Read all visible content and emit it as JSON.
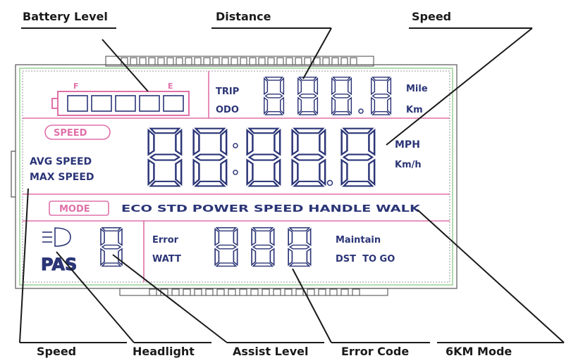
{
  "callouts": {
    "battery_level": "Battery Level",
    "distance": "Distance",
    "speed_top": "Speed",
    "speed_bottom": "Speed",
    "headlight": "Headlight",
    "assist_level": "Assist Level",
    "error_code": "Error Code",
    "km6_mode": "6KM Mode"
  },
  "display": {
    "battery_f": "F",
    "battery_e": "E",
    "trip": "TRIP",
    "odo": "ODO",
    "mile": "Mile",
    "km": "Km",
    "speed_badge": "SPEED",
    "avg_speed": "AVG SPEED",
    "max_speed": "MAX SPEED",
    "mph": "MPH",
    "kmh": "Km/h",
    "mode_badge": "MODE",
    "modes": "ECO STD POWER SPEED HANDLE WALK",
    "pas": "PAS",
    "error": "Error",
    "watt": "WATT",
    "maintain": "Maintain",
    "dst_to_go": "DST  TO GO"
  },
  "colors": {
    "lcd_pink": "#e070a8",
    "lcd_navy": "#2b3577",
    "bezel_green": "#9fd49a"
  }
}
